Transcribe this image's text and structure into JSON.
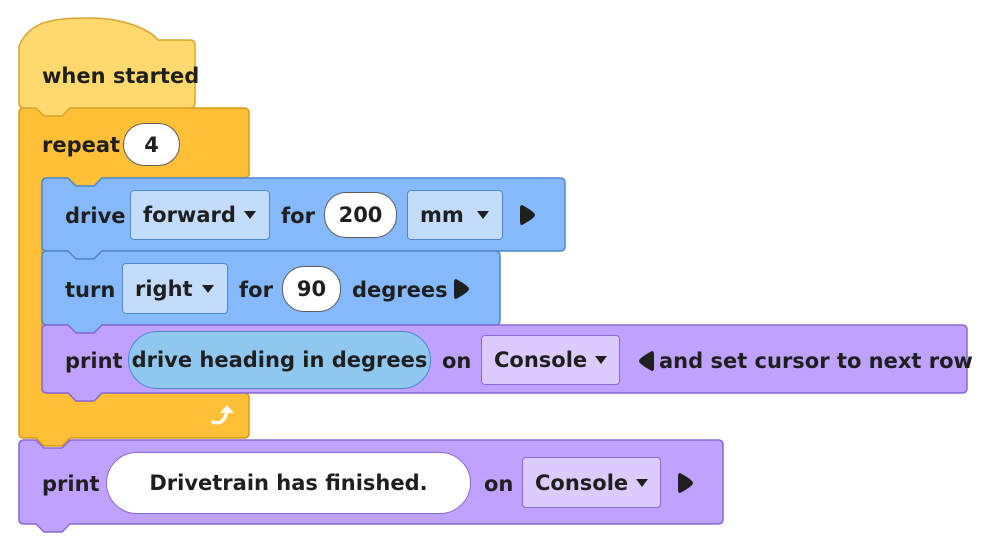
{
  "blocks": {
    "when_started": {
      "label": "when started"
    },
    "repeat": {
      "label": "repeat",
      "count": "4"
    },
    "drive": {
      "label": "drive",
      "direction": "forward",
      "for_label": "for",
      "distance": "200",
      "unit": "mm"
    },
    "turn": {
      "label": "turn",
      "direction": "right",
      "for_label": "for",
      "angle": "90",
      "unit_label": "degrees"
    },
    "print_heading": {
      "label": "print",
      "value": "drive heading in degrees",
      "on_label": "on",
      "target": "Console",
      "suffix": "and set cursor to next row"
    },
    "print_finished": {
      "label": "print",
      "value": "Drivetrain has finished.",
      "on_label": "on",
      "target": "Console"
    }
  },
  "colors": {
    "events": "#ffd86e",
    "control": "#ffbf36",
    "motion": "#86b9fb",
    "looks": "#bfa1ff",
    "sensing": "#8fc7ef"
  },
  "icons": {
    "expand": "triangle-right-icon",
    "collapse": "triangle-left-icon",
    "loop": "loop-arrow-icon",
    "dropdown": "caret-down-icon"
  }
}
